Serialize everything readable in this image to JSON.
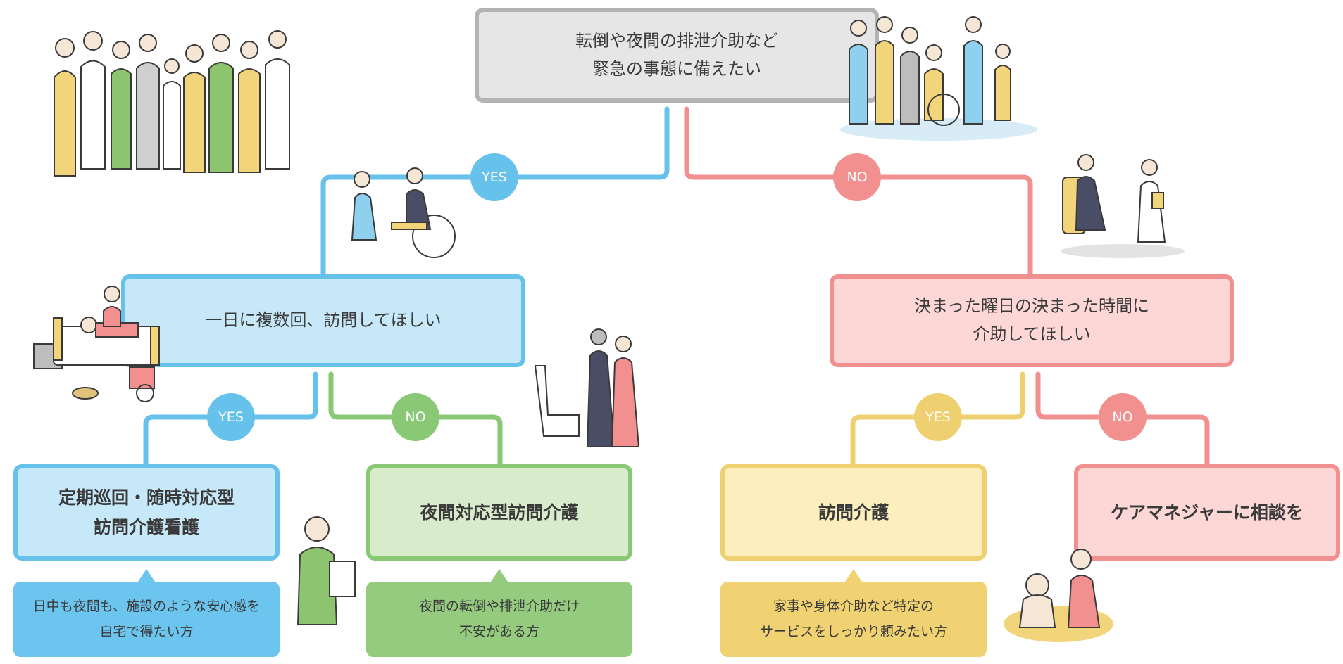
{
  "colors": {
    "blue": "#66c2eb",
    "blue_fill": "#c6e8f8",
    "green": "#89c875",
    "green_fill": "#d8eccc",
    "yellow": "#efd071",
    "yellow_fill": "#fcefbd",
    "pink": "#f28f8f",
    "pink_fill": "#fdd6d6",
    "gray": "#b3b3b3",
    "gray_fill": "#e6e6e6"
  },
  "root_question": {
    "text": "転倒や夜間の排泄介助など\n緊急の事態に備えたい"
  },
  "question_left": {
    "text": "一日に複数回、訪問してほしい"
  },
  "question_right": {
    "text": "決まった曜日の決まった時間に\n介助してほしい"
  },
  "branch_labels": {
    "root_yes": "YES",
    "root_no": "NO",
    "left_yes": "YES",
    "left_no": "NO",
    "right_yes": "YES",
    "right_no": "NO"
  },
  "answers": {
    "periodic": "定期巡回・随時対応型\n訪問介護看護",
    "night": "夜間対応型訪問介護",
    "home_care": "訪問介護",
    "care_manager": "ケアマネジャーに相談を"
  },
  "notes": {
    "periodic": "日中も夜間も、施設のような安心感を\n自宅で得たい方",
    "night": "夜間の転倒や排泄介助だけ\n不安がある方",
    "home_care": "家事や身体介助など特定の\nサービスをしっかり頼みたい方"
  },
  "illustrations": [
    "family-and-caregivers-group",
    "family-with-wheelchair-group",
    "caregiver-with-wheelchair-user",
    "caregiver-kneeling-with-elderly",
    "caregiver-at-bedside",
    "caregiver-supporting-toilet-transfer",
    "caregiver-with-clipboard",
    "caregiver-bathing-elderly"
  ]
}
